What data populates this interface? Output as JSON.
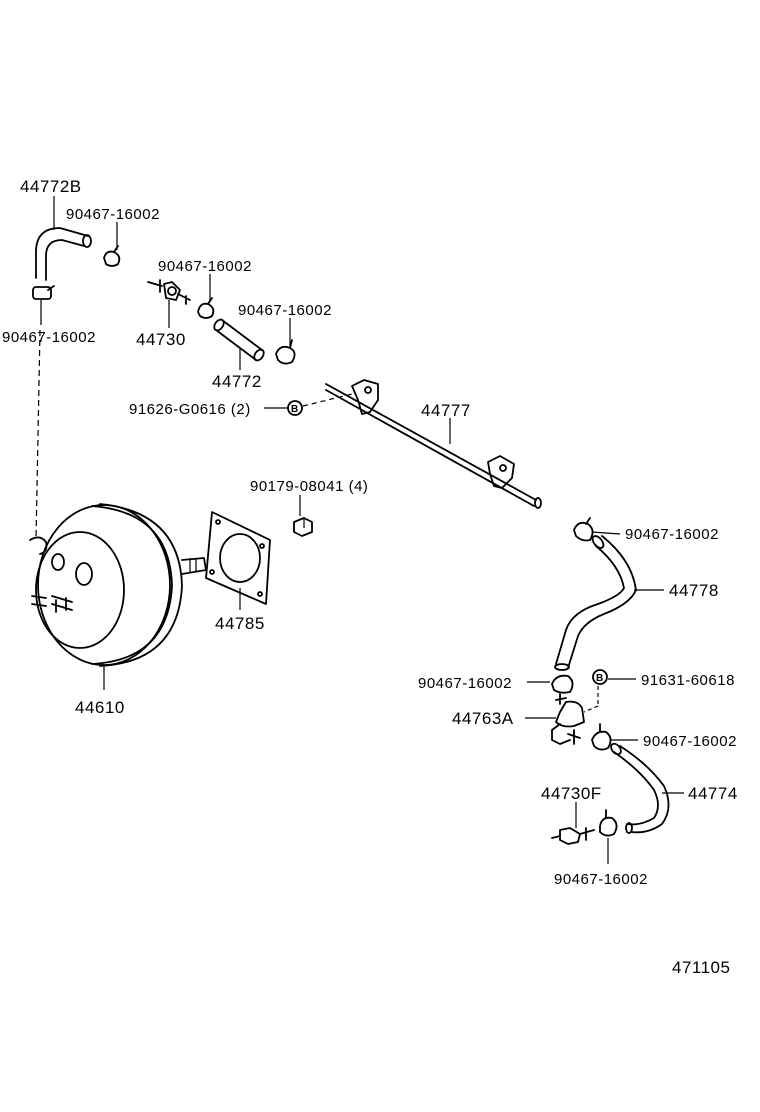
{
  "labels": {
    "p44772B": "44772B",
    "clamp_top": "90467-16002",
    "clamp_left": "90467-16002",
    "clamp_mid1": "90467-16002",
    "clamp_mid2": "90467-16002",
    "p44730": "44730",
    "p44772": "44772",
    "bolt_b1": "91626-G0616 (2)",
    "p44777": "44777",
    "nut": "90179-08041 (4)",
    "clamp_r1": "90467-16002",
    "p44778": "44778",
    "p44785": "44785",
    "p44610": "44610",
    "clamp_r2": "90467-16002",
    "bolt_b2": "91631-60618",
    "p44763A": "44763A",
    "clamp_r3": "90467-16002",
    "p44730F": "44730F",
    "p44774": "44774",
    "clamp_bottom": "90467-16002",
    "diagram_id": "471105"
  },
  "bolt_marker": "B"
}
